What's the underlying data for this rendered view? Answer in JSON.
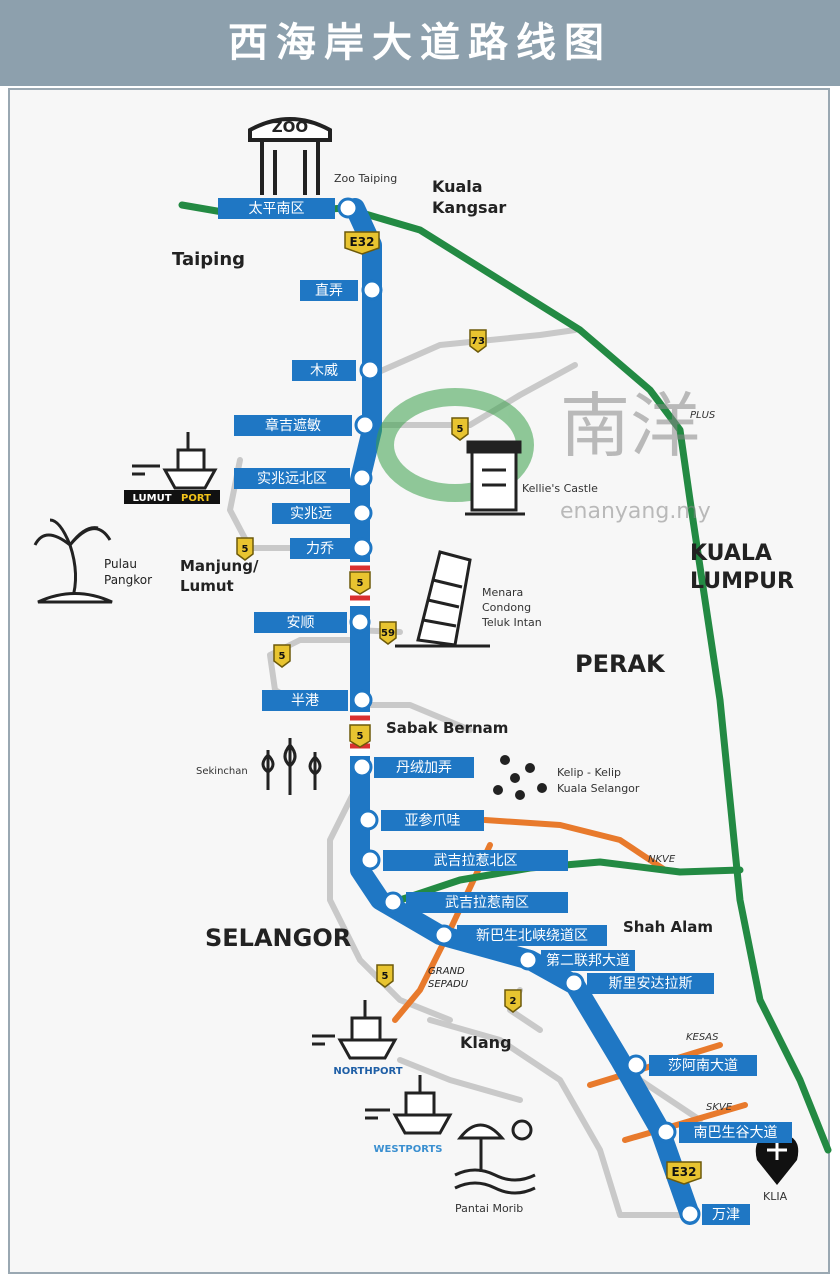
{
  "title": "西海岸大道路线图",
  "colors": {
    "header": "#8da0ad",
    "route": "#1f77c4",
    "green": "#238a43",
    "orange": "#e87a2c",
    "grey": "#c4c4c4",
    "badge": "#e8c430"
  },
  "watermark": {
    "text": "南洋",
    "url": "enanyang.my"
  },
  "interchanges": [
    "太平南区",
    "直弄",
    "木威",
    "章吉遮敏",
    "实兆远北区",
    "实兆远",
    "力乔",
    "安顺",
    "半港",
    "丹绒加弄",
    "亚参爪哇",
    "武吉拉惹北区",
    "武吉拉惹南区",
    "新巴生北峡绕道区",
    "第二联邦大道",
    "斯里安达拉斯",
    "莎阿南大道",
    "南巴生谷大道",
    "万津"
  ],
  "route_badges": [
    "E32",
    "5",
    "5",
    "E32"
  ],
  "road_badges": [
    "73",
    "5",
    "5",
    "5",
    "5",
    "2",
    "59"
  ],
  "places": {
    "taiping": "Taiping",
    "kuala_kangsar": [
      "Kuala",
      "Kangsar"
    ],
    "manjung": [
      "Manjung/",
      "Lumut"
    ],
    "pulau_pangkor": [
      "Pulau",
      "Pangkor"
    ],
    "perak": "PERAK",
    "kuala_lumpur": [
      "KUALA",
      "LUMPUR"
    ],
    "sabak_bernam": "Sabak Bernam",
    "selangor": "SELANGOR",
    "shah_alam": "Shah Alam",
    "klang": "Klang",
    "grand_sepadu": [
      "GRAND",
      "SEPADU"
    ]
  },
  "landmarks": {
    "zoo_sign": "ZOO",
    "zoo_taiping": "Zoo Taiping",
    "kellies_castle": "Kellie's Castle",
    "menara": [
      "Menara",
      "Condong",
      "Teluk Intan"
    ],
    "sekinchan": "Sekinchan",
    "kelip": [
      "Kelip - Kelip",
      "Kuala Selangor"
    ],
    "pantai_morib": "Pantai Morib",
    "klia": "KLIA",
    "lumut_port": [
      "LUMUT",
      "PORT"
    ],
    "northport": "NORTHPORT",
    "westports": "WESTPORTS"
  },
  "highways": {
    "plus": "PLUS",
    "nkve": "NKVE",
    "kesas": "KESAS",
    "skve": "SKVE"
  }
}
